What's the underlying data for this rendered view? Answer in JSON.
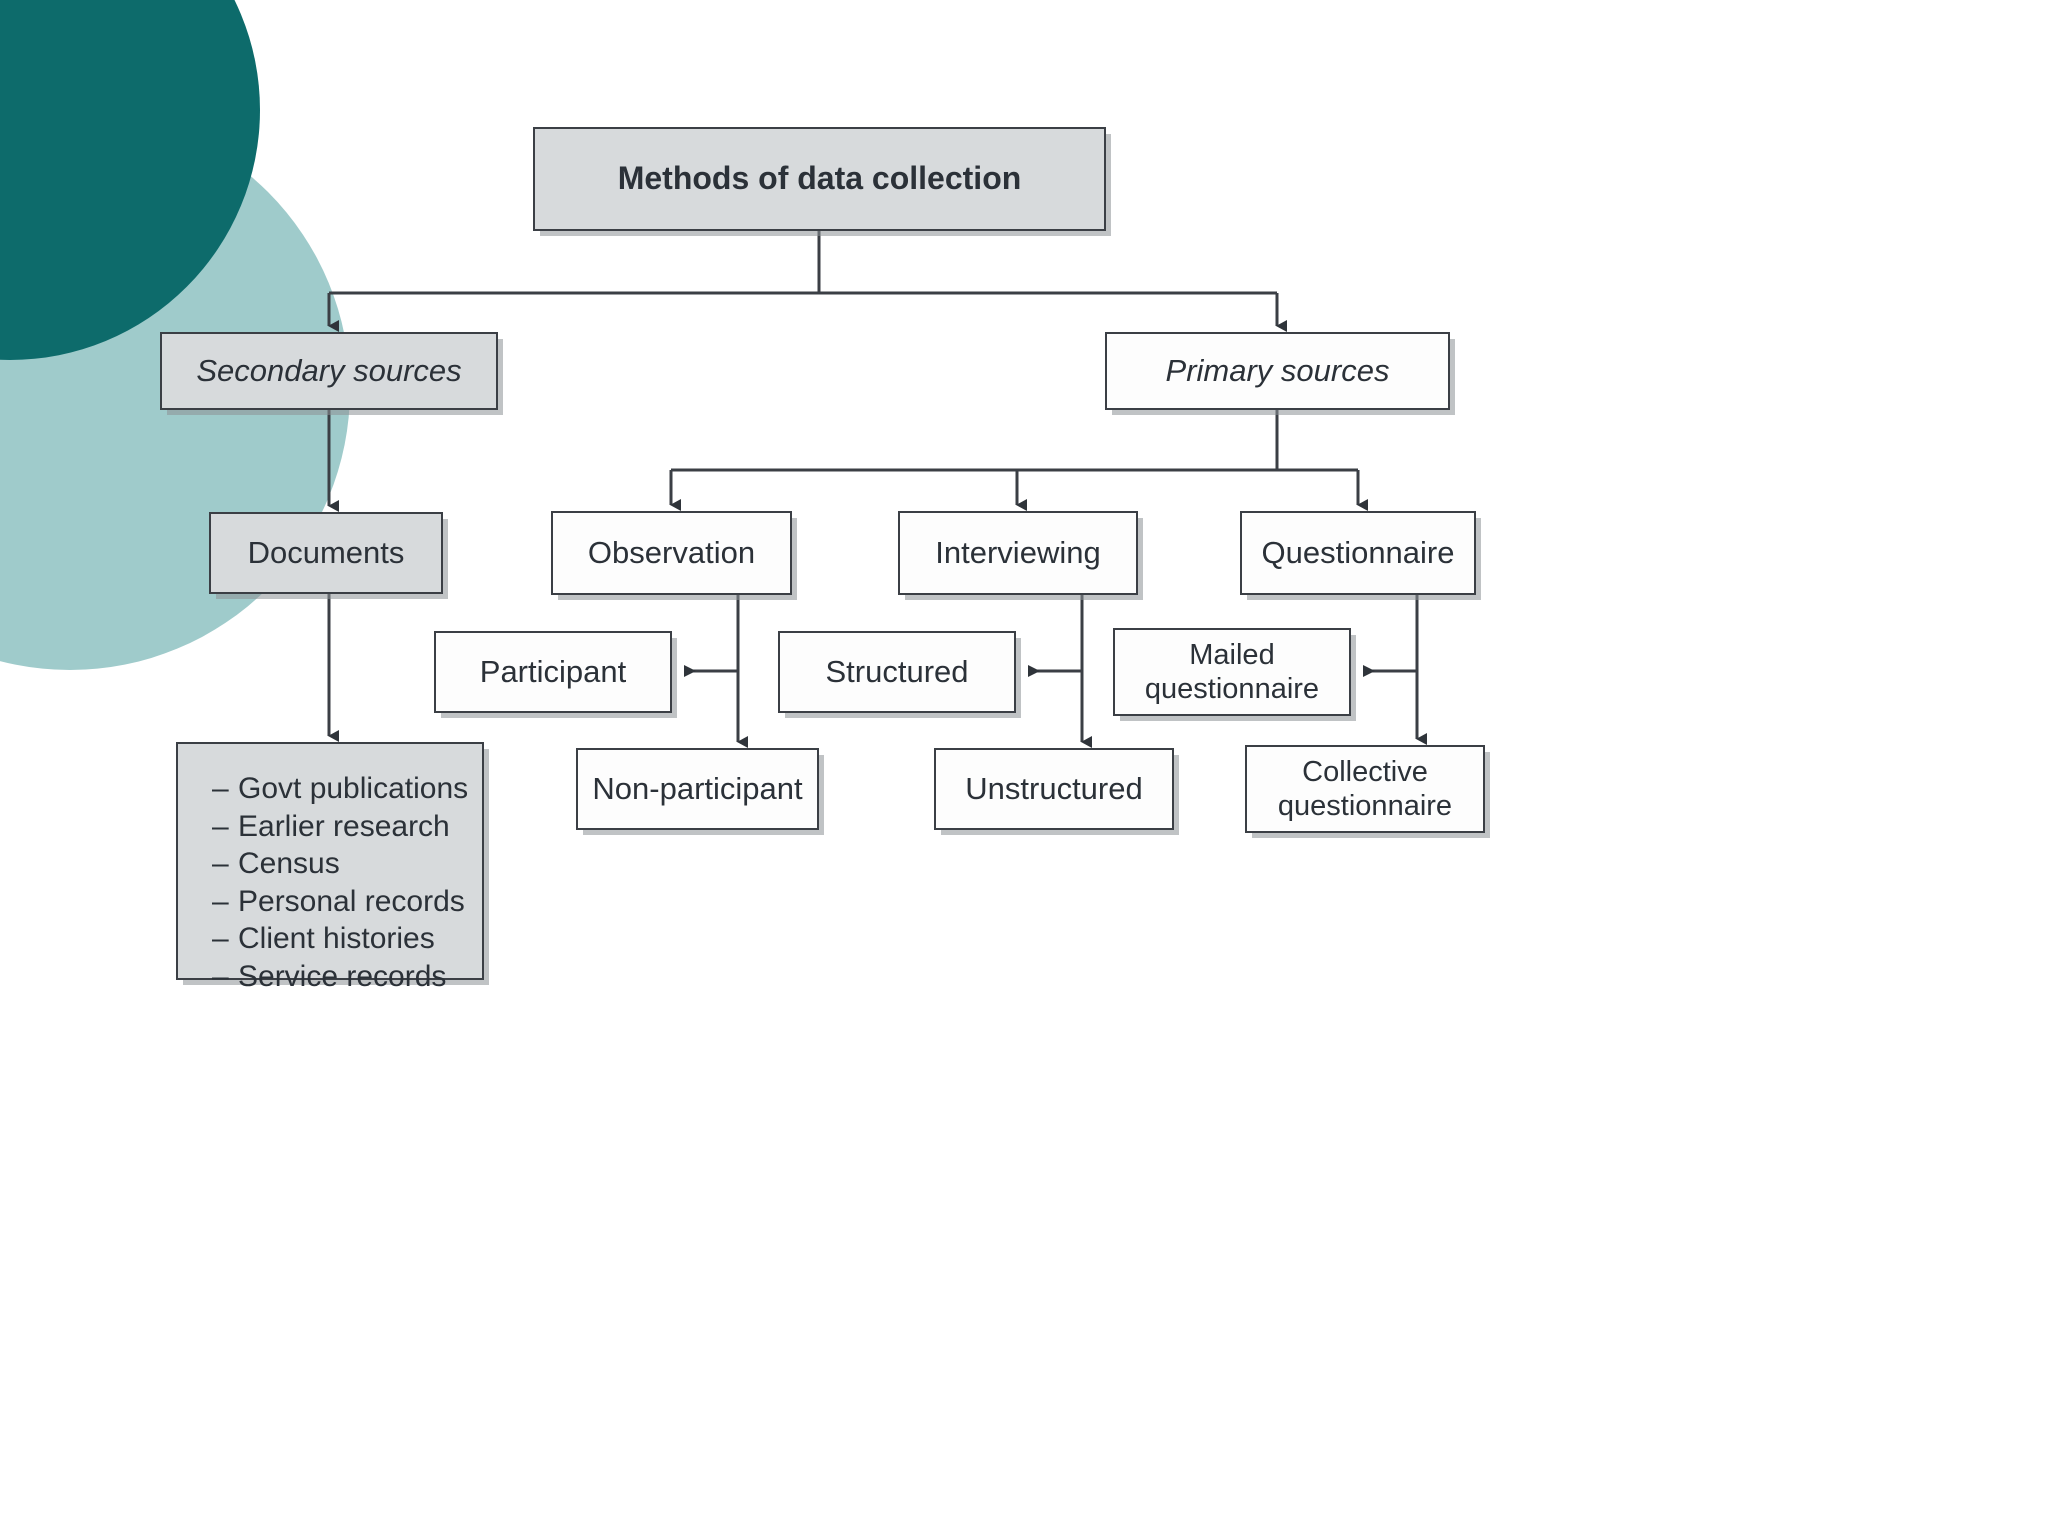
{
  "slide": {
    "background_color": "#ffffff",
    "decoration": {
      "dark_circle_color": "#0d6b6b",
      "light_circle_color": "#9fcbcb"
    }
  },
  "diagram": {
    "type": "tree",
    "box_fill_secondary": "#d7dadc",
    "box_fill_primary": "#fdfdfd",
    "border_color": "#3b3f45",
    "text_color": "#2b3138",
    "root": "Methods of data collection",
    "branches": {
      "secondary": {
        "label": "Secondary sources",
        "child": "Documents",
        "list_title": "",
        "items": [
          "Govt publications",
          "Earlier research",
          "Census",
          "Personal records",
          "Client histories",
          "Service records"
        ],
        "dash": "–"
      },
      "primary": {
        "label": "Primary sources",
        "children": [
          {
            "label": "Observation",
            "subchildren": [
              "Participant",
              "Non-participant"
            ]
          },
          {
            "label": "Interviewing",
            "subchildren": [
              "Structured",
              "Unstructured"
            ]
          },
          {
            "label": "Questionnaire",
            "subchildren": [
              "Mailed\nquestionnaire",
              "Collective\nquestionnaire"
            ]
          }
        ]
      }
    }
  }
}
